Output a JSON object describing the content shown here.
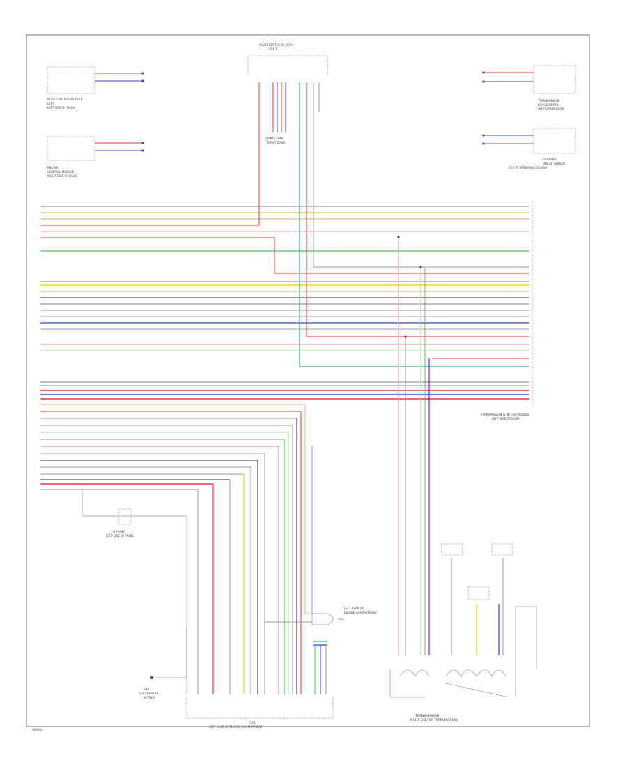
{
  "colors": {
    "red": "#e8363a",
    "pink": "#f1a4a4",
    "blue": "#3d3dd9",
    "green": "#40c84a",
    "lt_green": "#9fe79c",
    "yellow": "#e0dc2a",
    "orange": "#f4b37c",
    "gray": "#9a9a9a",
    "black": "#2b2b2b",
    "teal": "#3a9a9a",
    "purple": "#b08ac8",
    "white": "#d4d4d4"
  },
  "labels": {
    "top_component": "RIGHT CENTER OF DASH",
    "top_component_sub": "CAN B",
    "left_comp_1": "BODY CONTROL MODULE",
    "left_comp_1_sub1": "LEFT",
    "left_comp_1_sub2": "LEFT SIDE OF DASH",
    "left_comp_2": "ENGINE",
    "left_comp_2_sub1": "CONTROL MODULE",
    "left_comp_2_sub2": "RIGHT SIDE OF DASH",
    "right_comp_1": "TRANSMISSION",
    "right_comp_1_sub1": "RANGE SWITCH",
    "right_comp_1_sub2": "ON TRANSMISSION",
    "right_comp_2": "STEERING",
    "right_comp_2_sub1": "ANGLE SENSOR",
    "right_comp_2_sub2": "TOP OF STEERING COLUMN",
    "tcm_label": "TRANSMISSION CONTROL MODULE",
    "tcm_sub": "LEFT SIDE OF DASH",
    "joint_conn": "JOINT CONN",
    "joint_conn_sub": "TOP OF DASH",
    "g_point": "G POINT",
    "g_point_sub": "LEFT SIDE OF PANEL",
    "bottom_label": "LEFT REAR OF ENGINE COMPARTMENT",
    "bottom_sub": "G101",
    "trans_valve": "TRANSMISSION",
    "trans_valve_sub": "RIGHT SIDE OF TRANSMISSION",
    "left_ground": "G401",
    "left_ground_sub1": "LEFT REAR OF",
    "left_ground_sub2": "BATTERY",
    "right_sensor": "LEFT REAR OF",
    "right_sensor_sub": "ENGINE COMPARTMENT",
    "page_code": "WIRING"
  }
}
